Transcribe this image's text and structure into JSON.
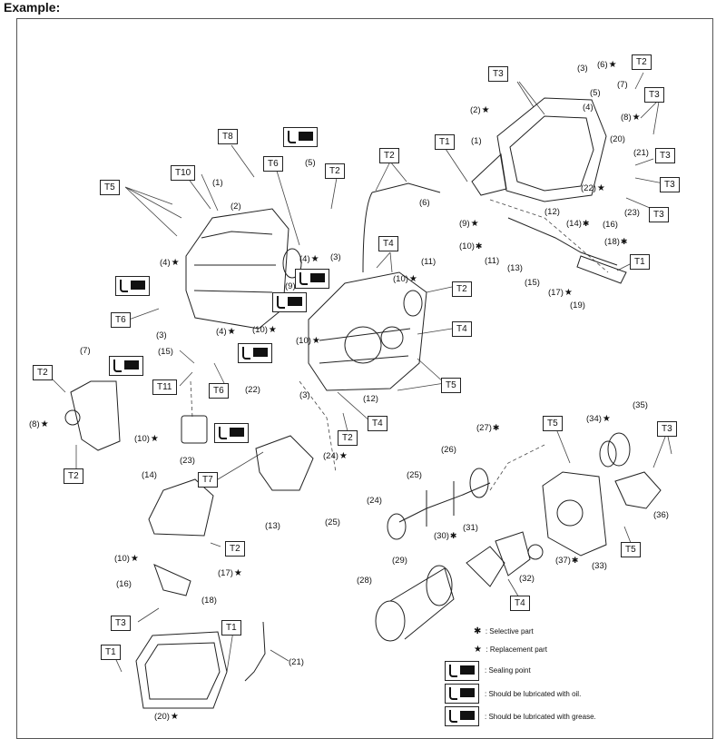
{
  "heading": "Example:",
  "tool_boxes": {
    "t3_a": "T3",
    "t2_a": "T2",
    "t3_b": "T3",
    "t1_a": "T1",
    "t3_c": "T3",
    "t3_d": "T3",
    "t3_e": "T3",
    "t8": "T8",
    "t6_a": "T6",
    "t2_b": "T2",
    "t10": "T10",
    "t5_a": "T5",
    "t2_c": "T2",
    "t4_a": "T4",
    "t2_d": "T2",
    "t1_b": "T1",
    "t6_b": "T6",
    "t4_b": "T4",
    "t11": "T11",
    "t6_c": "T6",
    "t5_b": "T5",
    "t2_e": "T2",
    "t4_c": "T4",
    "t2_f": "T2",
    "t2_g": "T2",
    "t7": "T7",
    "t5_c": "T5",
    "t3_f": "T3",
    "t5_d": "T5",
    "t2_h": "T2",
    "t4_d": "T4",
    "t3_g": "T3",
    "t1_c": "T1",
    "t1_d": "T1"
  },
  "callouts": {
    "c3_tc": "(3)",
    "c6_tc": "(6)",
    "c7_tc": "(7)",
    "c5_tc": "(5)",
    "c4_tc": "(4)",
    "c8_tc": "(8)",
    "c2_tc": "(2)",
    "c1_tc": "(1)",
    "c20_tc": "(20)",
    "c21_tc": "(21)",
    "c22_tc": "(22)",
    "c23_tc": "(23)",
    "c14_tc": "(14)",
    "c16_tc": "(16)",
    "c18_tc": "(18)",
    "c12_tc": "(12)",
    "c9_tc": "(9)",
    "c10_tc": "(10)",
    "c11_tc": "(11)",
    "c13_tc": "(13)",
    "c15_tc": "(15)",
    "c17_tc": "(17)",
    "c19_tc": "(19)",
    "c6_p": "(6)",
    "c5_e": "(5)",
    "c1_e": "(1)",
    "c2_e": "(2)",
    "c3_e": "(3)",
    "c9_e": "(9)",
    "c4_e": "(4)",
    "c4_e2": "(4)",
    "c10_e": "(10)",
    "c10_e2": "(10)",
    "c11_e": "(11)",
    "c4_e3": "(4)",
    "c3_e2": "(3)",
    "c3_e3": "(3)",
    "c15_e": "(15)",
    "c12_e": "(12)",
    "c10_e3": "(10)",
    "c22_e": "(22)",
    "c7_l": "(7)",
    "c8_l": "(8)",
    "c10_l": "(10)",
    "c23_e": "(23)",
    "c24_e": "(24)",
    "c13_e": "(13)",
    "c25_e": "(25)",
    "c14_e": "(14)",
    "c10_p": "(10)",
    "c17_p": "(17)",
    "c16_p": "(16)",
    "c18_p": "(18)",
    "c21_p": "(21)",
    "c20_p": "(20)",
    "c27_t": "(27)",
    "c26_t": "(26)",
    "c25_t": "(25)",
    "c24_t": "(24)",
    "c34_t": "(34)",
    "c35_t": "(35)",
    "c36_t": "(36)",
    "c37_t": "(37)",
    "c33_t": "(33)",
    "c32_t": "(32)",
    "c31_t": "(31)",
    "c30_t": "(30)",
    "c29_t": "(29)",
    "c28_t": "(28)"
  },
  "legend": {
    "selective": "Selective part",
    "replacement": "Replacement part",
    "sealing": "Sealing point",
    "oil": "Should be lubricated with oil.",
    "grease": "Should be lubricated with grease."
  }
}
